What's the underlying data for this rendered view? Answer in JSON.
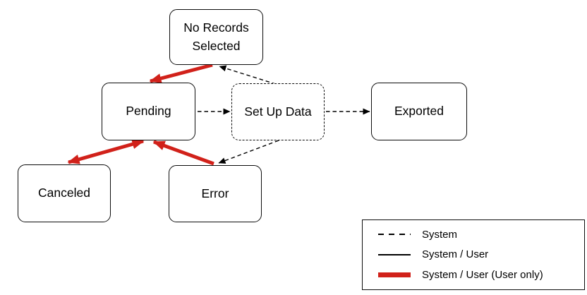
{
  "colors": {
    "accent-red": "#d1211a",
    "line-black": "#000000",
    "bg": "#ffffff"
  },
  "nodes": {
    "no_records_selected": {
      "label": "No Records Selected"
    },
    "pending": {
      "label": "Pending"
    },
    "set_up_data": {
      "label": "Set Up Data"
    },
    "exported": {
      "label": "Exported"
    },
    "canceled": {
      "label": "Canceled"
    },
    "error": {
      "label": "Error"
    }
  },
  "edges": [
    {
      "from": "no_records_selected",
      "to": "pending",
      "type": "system_user_user_only",
      "line": "thick-red",
      "bidirectional": false
    },
    {
      "from": "pending",
      "to": "canceled",
      "type": "system_user_user_only",
      "line": "thick-red",
      "bidirectional": true
    },
    {
      "from": "error",
      "to": "pending",
      "type": "system_user_user_only",
      "line": "thick-red",
      "bidirectional": false
    },
    {
      "from": "pending",
      "to": "set_up_data",
      "type": "system",
      "line": "dashed-black",
      "bidirectional": false
    },
    {
      "from": "set_up_data",
      "to": "exported",
      "type": "system",
      "line": "dashed-black",
      "bidirectional": false
    },
    {
      "from": "set_up_data",
      "to": "no_records_selected",
      "type": "system",
      "line": "dashed-black",
      "bidirectional": false
    },
    {
      "from": "set_up_data",
      "to": "error",
      "type": "system",
      "line": "dashed-black",
      "bidirectional": false
    }
  ],
  "legend": {
    "items": [
      {
        "label": "System",
        "style": "dashed-black-thin"
      },
      {
        "label": "System / User",
        "style": "solid-black-thin"
      },
      {
        "label": "System / User (User only)",
        "style": "solid-red-thick"
      }
    ]
  }
}
